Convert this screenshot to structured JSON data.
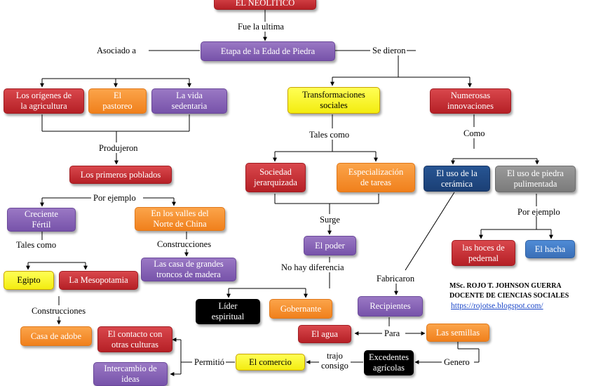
{
  "nodes": {
    "neolitico": "EL  NEOLÍTICO",
    "etapa": "Etapa de la Edad de Piedra",
    "origenes_agricultura": "Los orígenes  de\nla agricultura",
    "pastoreo": "El\npastoreo",
    "vida_sedentaria": "La vida\nsedentaria",
    "transformaciones_sociales": "Transformaciones\nsociales",
    "numerosas_innovaciones": "Numerosas\ninnovaciones",
    "primeros_poblados": "Los primeros  poblados",
    "sociedad_jerarquizada": "Sociedad\njerarquizada",
    "especializacion_tareas": "Especialización\nde tareas",
    "uso_ceramica": "El  uso de la\ncerámica",
    "uso_piedra": "El  uso de piedra\npulimentada",
    "creciente_fertil": "Creciente\nFértil",
    "valles_china": "En los valles  del\nNorte de China",
    "el_poder": "El poder",
    "hoces": "las hoces de\npedernal",
    "el_hacha": "El hacha",
    "casa_troncos": "Las  casa de grandes\ntroncos de madera",
    "egipto": "Egipto",
    "mesopotamia": "La Mesopotamia",
    "lider_espiritual": "Líder\nespiritual",
    "gobernante": "Gobernante",
    "recipientes": "Recipientes",
    "casa_adobe": "Casa de adobe",
    "contacto_culturas": "El contacto  con\notras culturas",
    "el_agua": "El agua",
    "las_semillas": "Las semillas",
    "excedentes": "Excedentes\nagrícolas",
    "el_comercio": "El comercio",
    "intercambio_ideas": "Intercambio  de\nideas"
  },
  "labels": {
    "fue_la_ultima": "Fue la ultima",
    "asociado_a": "Asociado   a",
    "se_dieron": "Se dieron",
    "tales_como_1": "Tales  como",
    "como": "Como",
    "produjeron": "Produjeron",
    "por_ejemplo_1": "Por ejemplo",
    "por_ejemplo_2": "Por ejemplo",
    "tales_como_2": "Tales como",
    "construcciones_1": "Construcciones",
    "surge": "Surge",
    "no_hay_diferencia": "No hay   diferencia",
    "construcciones_2": "Construcciones",
    "fabricaron": "Fabricaron",
    "para": "Para",
    "trajo_consigo": "trajo\nconsigo",
    "genero": "Genero",
    "permitio": "Permitió"
  },
  "credits": {
    "author": "MSc. ROJO T. JOHNSON GUERRA",
    "role": "DOCENTE  DE  CIENCIAS  SOCIALES",
    "url": "https://rojotse.blogspot.com/"
  }
}
